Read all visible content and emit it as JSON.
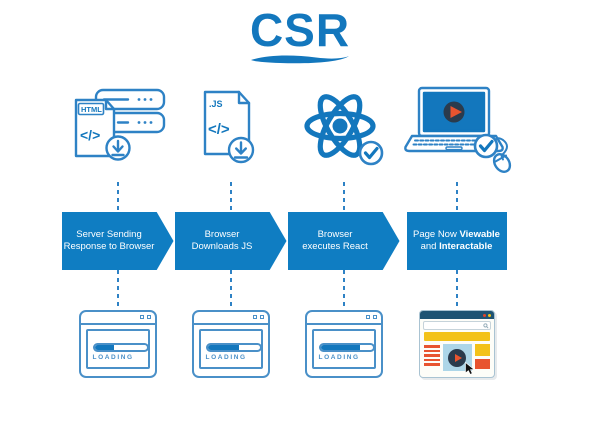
{
  "title": "CSR",
  "colors": {
    "primary_blue": "#1377BD",
    "banner_blue": "#0F7DC2",
    "sketch_blue": "#4A90C8",
    "navy": "#2A3B4D",
    "titlebar_navy": "#1D5373",
    "yellow": "#F3C218",
    "orange": "#E8542F",
    "video_bg": "#ADD6E8",
    "red_dot": "#E0442C"
  },
  "steps": [
    {
      "icon": "server-html-download-icon",
      "file_label": "HTML",
      "code_glyph": "</>",
      "banner": {
        "line1": "Server Sending",
        "line2": "Response to Browser",
        "shape": "arrow"
      },
      "window": {
        "type": "loading",
        "label": "LOADING",
        "progress_width": "38%"
      }
    },
    {
      "icon": "js-file-download-icon",
      "file_label": ".JS",
      "code_glyph": "</>",
      "banner": {
        "line1": "Browser",
        "line2": "Downloads JS",
        "shape": "arrow"
      },
      "window": {
        "type": "loading",
        "label": "LOADING",
        "progress_width": "60%"
      }
    },
    {
      "icon": "react-logo-check-icon",
      "banner": {
        "line1": "Browser",
        "line2": "executes React",
        "shape": "arrow"
      },
      "window": {
        "type": "loading",
        "label": "LOADING",
        "progress_width": "76%"
      }
    },
    {
      "icon": "laptop-play-check-mouse-icon",
      "banner": {
        "line1_pre": "Page Now ",
        "line1_bold": "Viewable",
        "line2_pre": "and ",
        "line2_bold": "Interactable",
        "shape": "rect"
      },
      "window": {
        "type": "rendered"
      }
    }
  ]
}
